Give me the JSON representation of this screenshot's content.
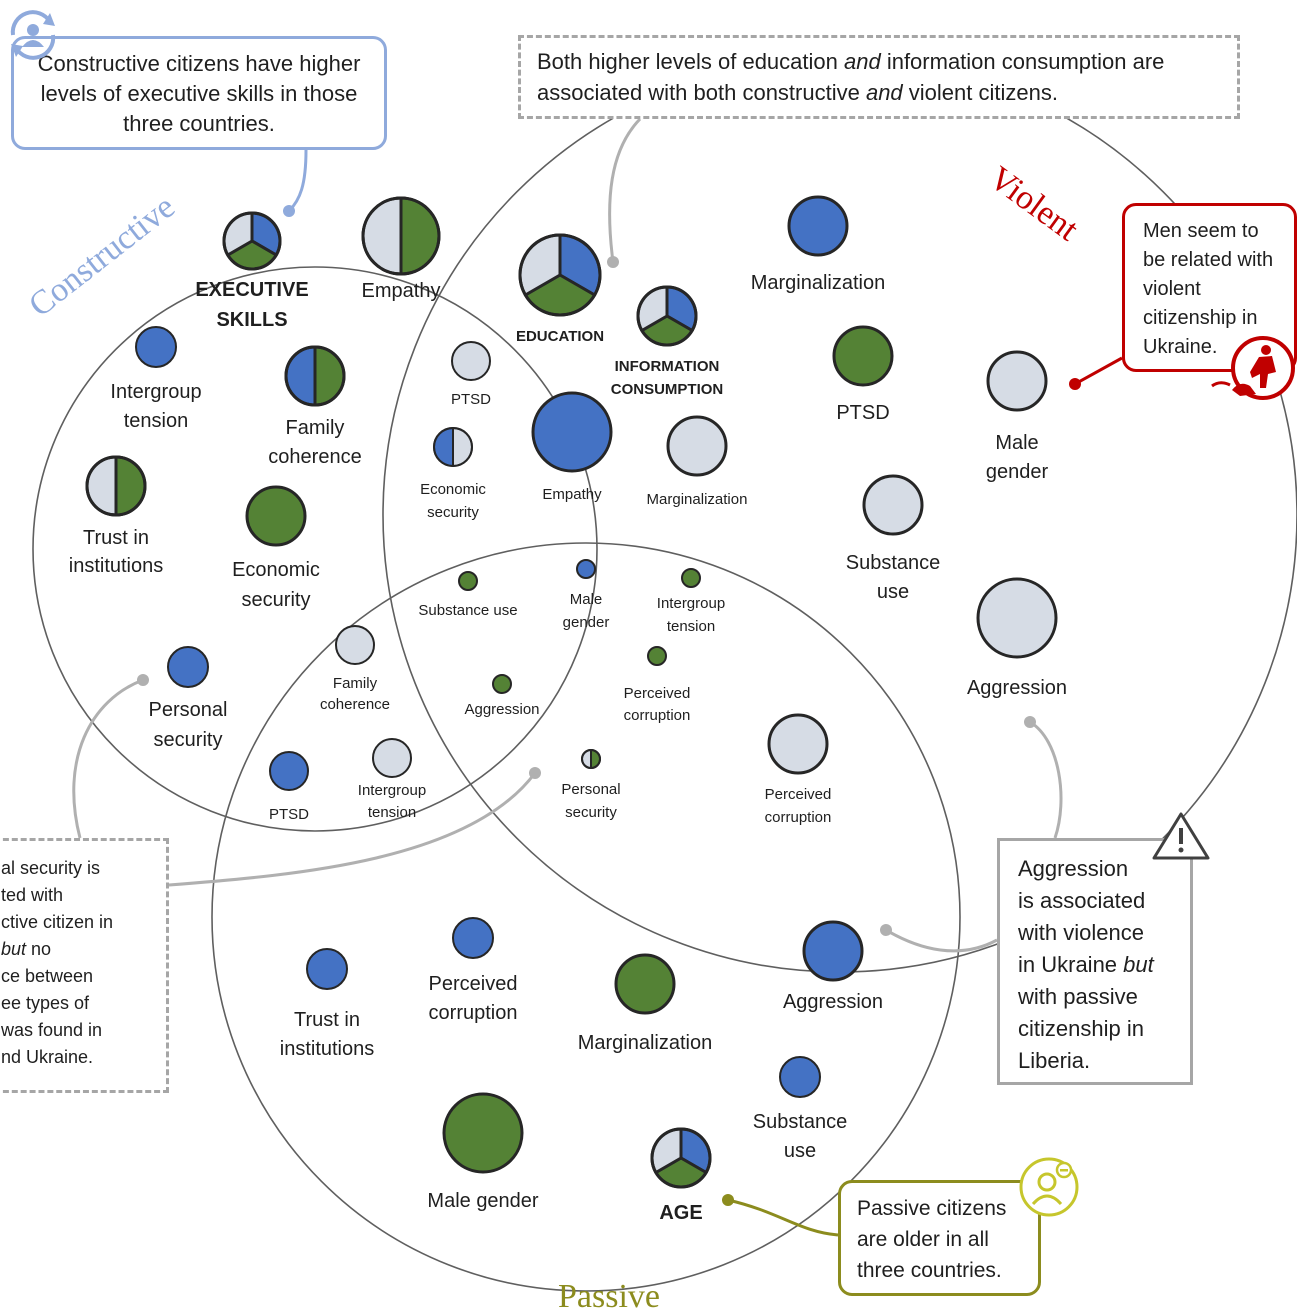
{
  "sets": {
    "constructive": {
      "title": "Constructive",
      "color": "#8faadc"
    },
    "violent": {
      "title": "Violent",
      "color": "#c00000"
    },
    "passive": {
      "title": "Passive",
      "color": "#8c8c1e"
    }
  },
  "colors": {
    "ukraine_blue": "#4472c4",
    "green": "#548235",
    "grey": "#d6dce5",
    "outline": "#262626",
    "circle_line": "#5f5f5f",
    "connector": "#b0b0b0"
  },
  "nodes": {
    "c_exec": {
      "lines": [
        "EXECUTIVE",
        "SKILLS"
      ],
      "bold": true
    },
    "c_empathy": {
      "lines": [
        "Empathy"
      ]
    },
    "c_intergroup": {
      "lines": [
        "Intergroup",
        "tension"
      ]
    },
    "c_family": {
      "lines": [
        "Family",
        "coherence"
      ]
    },
    "c_trust": {
      "lines": [
        "Trust in",
        "institutions"
      ]
    },
    "c_econ": {
      "lines": [
        "Economic",
        "security"
      ]
    },
    "c_personal": {
      "lines": [
        "Personal",
        "security"
      ]
    },
    "cv_education": {
      "lines": [
        "EDUCATION"
      ],
      "bold": true
    },
    "cv_info": {
      "lines": [
        "INFORMATION",
        "CONSUMPTION"
      ],
      "bold": true
    },
    "cv_ptsd": {
      "lines": [
        "PTSD"
      ]
    },
    "cv_econ": {
      "lines": [
        "Economic",
        "security"
      ]
    },
    "cv_empathy": {
      "lines": [
        "Empathy"
      ]
    },
    "cv_marg": {
      "lines": [
        "Marginalization"
      ]
    },
    "v_marg": {
      "lines": [
        "Marginalization"
      ]
    },
    "v_ptsd": {
      "lines": [
        "PTSD"
      ]
    },
    "v_male": {
      "lines": [
        "Male",
        "gender"
      ]
    },
    "v_subst": {
      "lines": [
        "Substance",
        "use"
      ]
    },
    "v_aggr": {
      "lines": [
        "Aggression"
      ]
    },
    "all_subst": {
      "lines": [
        "Substance use"
      ]
    },
    "all_male": {
      "lines": [
        "Male",
        "gender"
      ]
    },
    "all_intergroup": {
      "lines": [
        "Intergroup",
        "tension"
      ]
    },
    "all_aggr": {
      "lines": [
        "Aggression"
      ]
    },
    "all_corrupt": {
      "lines": [
        "Perceived",
        "corruption"
      ]
    },
    "all_personal": {
      "lines": [
        "Personal",
        "security"
      ]
    },
    "cp_family": {
      "lines": [
        "Family",
        "coherence"
      ]
    },
    "cp_ptsd": {
      "lines": [
        "PTSD"
      ]
    },
    "cp_intergroup": {
      "lines": [
        "Intergroup",
        "tension"
      ]
    },
    "vp_corrupt": {
      "lines": [
        "Perceived",
        "corruption"
      ]
    },
    "p_trust": {
      "lines": [
        "Trust in",
        "institutions"
      ]
    },
    "p_corrupt": {
      "lines": [
        "Perceived",
        "corruption"
      ]
    },
    "p_marg": {
      "lines": [
        "Marginalization"
      ]
    },
    "p_aggr": {
      "lines": [
        "Aggression"
      ]
    },
    "p_subst": {
      "lines": [
        "Substance",
        "use"
      ]
    },
    "p_male": {
      "lines": [
        "Male gender"
      ]
    },
    "p_age": {
      "lines": [
        "AGE"
      ],
      "bold": true
    }
  },
  "callouts": {
    "constructive": {
      "text": "Constructive citizens have higher levels of executive skills in those three countries.",
      "icon": "person-sync-icon"
    },
    "education": {
      "text_html": "Both higher levels of education <i>and</i> information consumption are associated with both constructive <i>and</i> violent citizens."
    },
    "men": {
      "text": "Men seem to be related with violent citizenship in Ukraine.",
      "icon": "violent-person-icon"
    },
    "personal_security": {
      "text_html": "al security is<br>ted with<br>ctive citizen in<br><i>but</i> no<br>ce between<br>ee types of<br>was found in<br>nd Ukraine."
    },
    "aggression": {
      "text_html": "Aggression<br>is associated<br>with violence<br>in Ukraine <i>but</i><br>with passive<br>citizenship in<br>Liberia.",
      "icon": "warning-icon"
    },
    "passive": {
      "text": "Passive citizens are older in all three countries.",
      "icon": "passive-person-icon"
    }
  }
}
